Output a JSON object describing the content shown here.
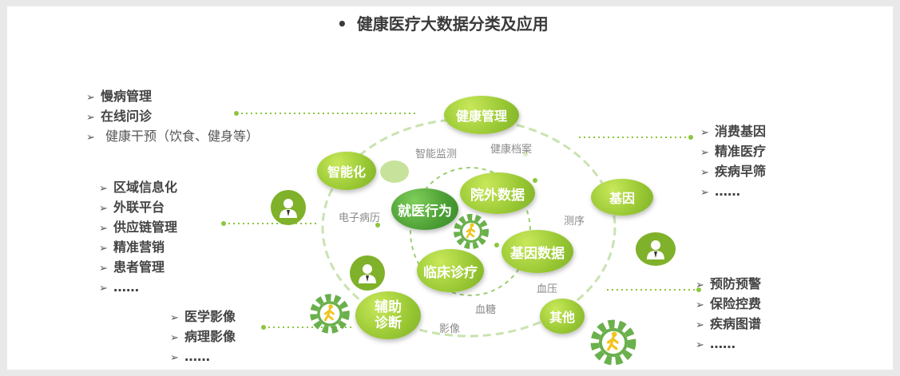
{
  "title": {
    "bullet": "•",
    "text": "健康医疗大数据分类及应用"
  },
  "bubbles": {
    "health_mgmt": "健康管理",
    "smart": "智能化",
    "gene": "基因",
    "medical_behavior": "就医行为",
    "outpatient_data": "院外数据",
    "gene_data": "基因数据",
    "clinical": "临床诊疗",
    "assist_line1": "辅助",
    "assist_line2": "诊断",
    "other": "其他"
  },
  "labels": {
    "smart_monitor": "智能监测",
    "health_record": "健康档案",
    "emr": "电子病历",
    "sequencing": "测序",
    "blood_pressure": "血压",
    "blood_sugar": "血糖",
    "imaging": "影像"
  },
  "lists": {
    "top_left": [
      "慢病管理",
      "在线问诊",
      "健康干预（饮食、健身等）"
    ],
    "mid_left": [
      "区域信息化",
      "外联平台",
      "供应链管理",
      "精准营销",
      "患者管理",
      "……"
    ],
    "bottom_left": [
      "医学影像",
      "病理影像",
      "……"
    ],
    "top_right": [
      "消费基因",
      "精准医疗",
      "疾病早筛",
      "……"
    ],
    "bottom_right": [
      "预防预警",
      "保险控费",
      "疾病图谱",
      "……"
    ]
  },
  "bullet_glyph": "➢",
  "colors": {
    "accent_light": "#98c733",
    "accent_dark": "#4a9d33",
    "dotted": "#8cc63f"
  },
  "icons": [
    "person-icon",
    "gear-walker-icon"
  ]
}
